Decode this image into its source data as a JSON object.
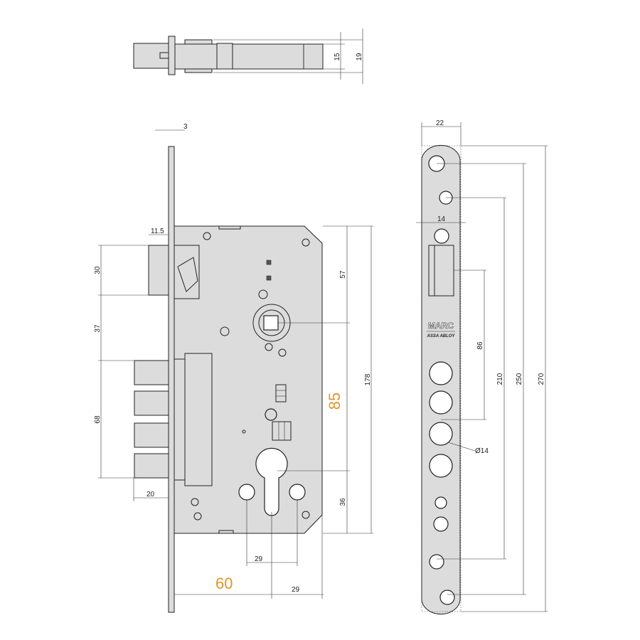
{
  "top_view": {
    "dim_15": "15",
    "dim_19": "19"
  },
  "side_view": {
    "dim_3": "3",
    "dim_11_5": "11.5",
    "dim_30": "30",
    "dim_37": "37",
    "dim_68": "68",
    "dim_20": "20",
    "dim_57": "57",
    "dim_178": "178",
    "dim_36": "36",
    "dim_85": "85",
    "dim_60": "60",
    "dim_29_a": "29",
    "dim_29_b": "29"
  },
  "front_view": {
    "dim_22": "22",
    "dim_14": "14",
    "dim_86": "86",
    "dim_210": "210",
    "dim_250": "250",
    "dim_270": "270",
    "dim_dia14": "Ø14",
    "brand": "MARC",
    "brand_sub": "ASSA ABLOY"
  },
  "colors": {
    "accent": "#e0952a",
    "part": "#dcdcdc"
  }
}
